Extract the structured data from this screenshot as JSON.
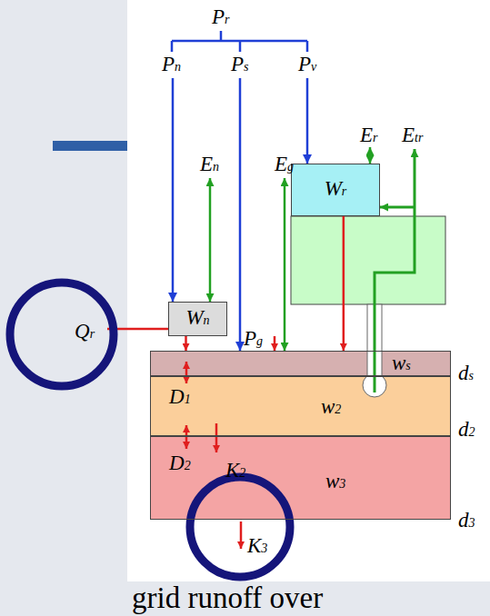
{
  "diagram": {
    "nodes": [
      {
        "text": [
          "Wr"
        ]
      },
      {
        "text": [
          "Wn"
        ]
      },
      {
        "text": [
          "ws"
        ]
      },
      {
        "text": [
          "w2"
        ]
      },
      {
        "text": [
          "w3"
        ]
      }
    ],
    "edges": [
      {
        "from": 0,
        "to": 2,
        "arrow": "to"
      },
      {
        "from": 1,
        "to": 2,
        "arrow": "to"
      }
    ],
    "labels": [
      "Pr",
      "Pn",
      "Ps",
      "Pv",
      "Er",
      "Etr",
      "En",
      "Eg",
      "Qr",
      "Pg",
      "ds",
      "D1",
      "d2",
      "D2",
      "K2",
      "d3",
      "K3",
      "grid runoff over"
    ]
  }
}
